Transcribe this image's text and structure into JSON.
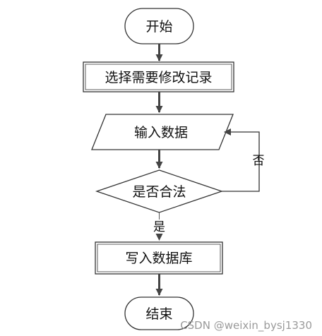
{
  "nodes": {
    "start": "开始",
    "select_record": "选择需要修改记录",
    "input_data": "输入数据",
    "is_valid": "是否合法",
    "write_db": "写入数据库",
    "end": "结束"
  },
  "edges": {
    "no_label": "否",
    "yes_label": "是"
  },
  "watermark": "CSDN @weixin_bysj1330",
  "colors": {
    "stroke": "#333333",
    "arrow": "#444444",
    "text": "#111111",
    "watermark": "#9a9a9a"
  }
}
